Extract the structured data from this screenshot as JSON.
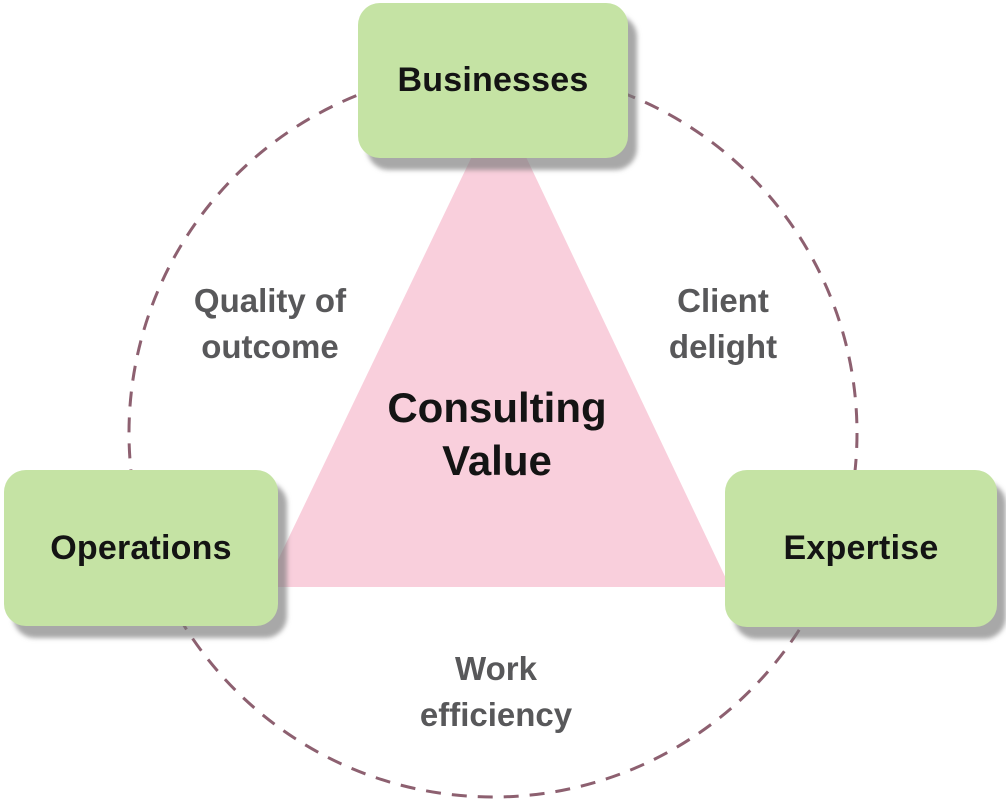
{
  "diagram": {
    "type": "venn-triangle-diagram",
    "title": "Consulting Value",
    "center_label": {
      "text": "Consulting Value",
      "lines": [
        "Consulting",
        "Value"
      ]
    },
    "nodes": [
      {
        "id": "businesses",
        "label": "Businesses",
        "position": "top"
      },
      {
        "id": "operations",
        "label": "Operations",
        "position": "bottom-left"
      },
      {
        "id": "expertise",
        "label": "Expertise",
        "position": "bottom-right"
      }
    ],
    "edge_labels": [
      {
        "id": "quality-of-outcome",
        "text": "Quality of outcome",
        "lines": [
          "Quality of",
          "outcome"
        ],
        "between": "Businesses-Operations"
      },
      {
        "id": "client-delight",
        "text": "Client delight",
        "lines": [
          "Client",
          "delight"
        ],
        "between": "Businesses-Expertise"
      },
      {
        "id": "work-efficiency",
        "text": "Work efficiency",
        "lines": [
          "Work",
          "efficiency"
        ],
        "between": "Operations-Expertise"
      }
    ],
    "colors": {
      "node_fill": "#c5e3a4",
      "node_text": "#141414",
      "triangle_fill": "#f9cfdc",
      "circle_dash": "#8d6070",
      "edge_label_text": "#58585a",
      "shadow": "#7a7a7a",
      "background": "#ffffff"
    }
  }
}
